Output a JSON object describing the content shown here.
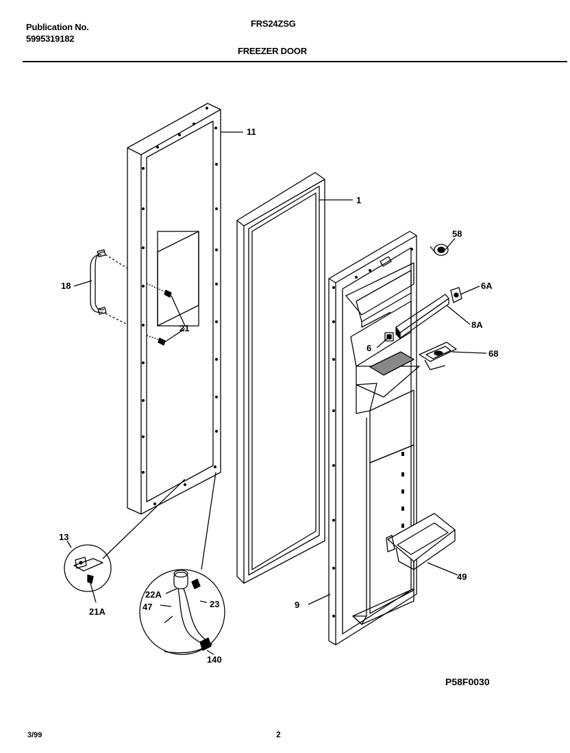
{
  "header": {
    "publication_label": "Publication No.",
    "publication_number": "5995319182",
    "model": "FRS24ZSG",
    "section_title": "FREEZER DOOR"
  },
  "callouts": {
    "door_liner_frame": "11",
    "gasket": "1",
    "handle": "18",
    "screw_21": "21",
    "screw_58": "58",
    "part_6a": "6A",
    "part_8a": "8A",
    "part_6": "6",
    "part_68": "68",
    "panel_9": "9",
    "shelf_49": "49",
    "hinge_13": "13",
    "screw_21a": "21A",
    "part_22a": "22A",
    "part_47": "47",
    "screw_23": "23",
    "harness_140": "140"
  },
  "footer": {
    "diagram_code": "P58F0030",
    "date": "3/99",
    "page": "2"
  }
}
